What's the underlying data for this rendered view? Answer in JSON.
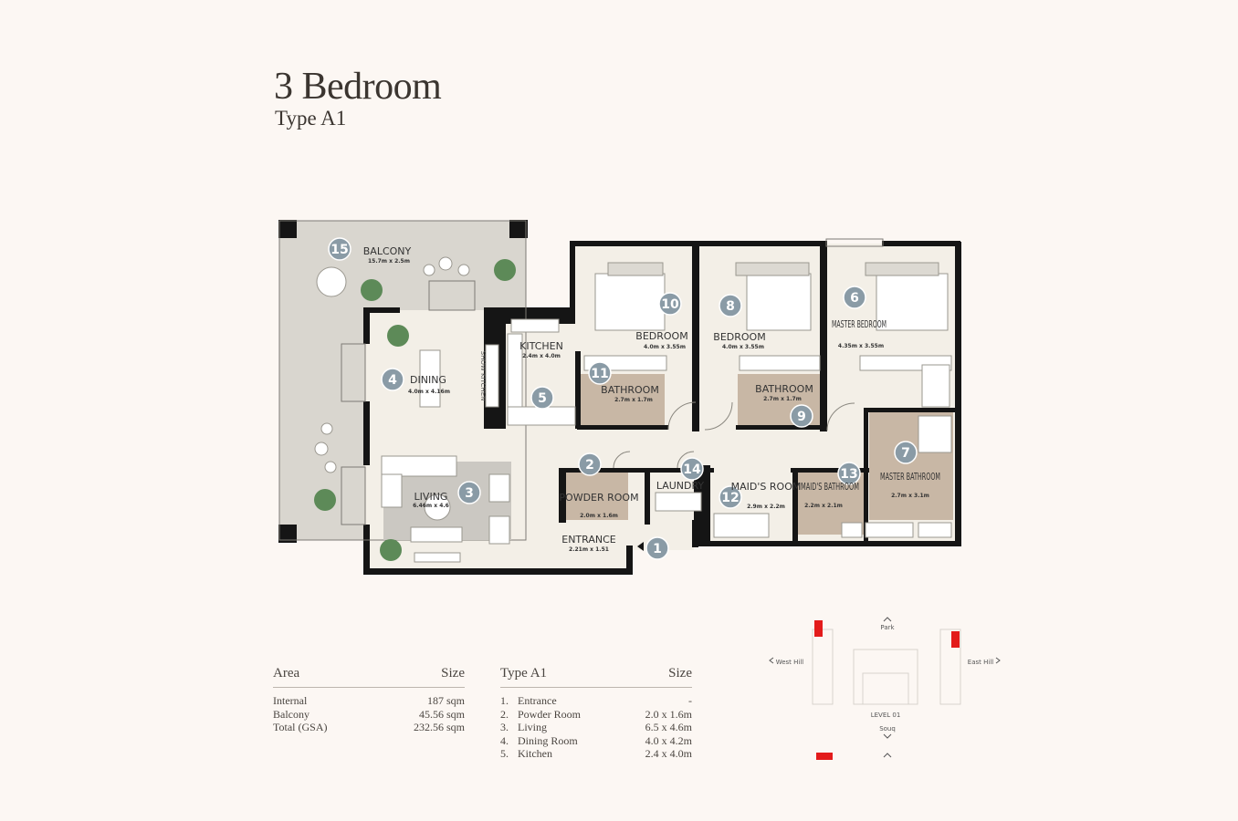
{
  "header": {
    "title": "3 Bedroom",
    "subtitle": "Type A1"
  },
  "rooms": [
    {
      "number": "15",
      "name": "BALCONY",
      "dims": "15.7m x 2.5m"
    },
    {
      "number": "4",
      "name": "DINING",
      "dims": "4.0m x 4.16m"
    },
    {
      "number": "5",
      "name": "KITCHEN",
      "dims": "2.4m x 4.0m"
    },
    {
      "number": "3",
      "name": "LIVING",
      "dims": "6.46m x 4.6"
    },
    {
      "number": "2",
      "name": "POWDER ROOM",
      "dims": "2.0m x 1.6m"
    },
    {
      "number": "1",
      "name": "ENTRANCE",
      "dims": "2.21m x 1.51"
    },
    {
      "number": "14",
      "name": "LAUNDRY",
      "dims": ""
    },
    {
      "number": "10",
      "name": "BEDROOM",
      "dims": "4.0m x 3.55m"
    },
    {
      "number": "11",
      "name": "BATHROOM",
      "dims": "2.7m x 1.7m"
    },
    {
      "number": "8",
      "name": "BEDROOM",
      "dims": "4.0m x 3.55m"
    },
    {
      "number": "9",
      "name": "BATHROOM",
      "dims": "2.7m x 1.7m"
    },
    {
      "number": "6",
      "name": "MASTER BEDROOM",
      "dims": "4.35m x 3.55m"
    },
    {
      "number": "7",
      "name": "MASTER BATHROOM",
      "dims": "2.7m x 3.1m"
    },
    {
      "number": "12",
      "name": "MAID'S ROOM",
      "dims": "2.9m x 2.2m"
    },
    {
      "number": "13",
      "name": "MAID'S BATHROOM",
      "dims": "2.2m x 2.1m"
    }
  ],
  "show_kitchen": "SHOW KITCHEN",
  "keyplan": {
    "north": "Park",
    "west": "West Hill",
    "east": "East Hill",
    "south": "Souq",
    "level": "LEVEL 01"
  },
  "area_table": {
    "col1": "Area",
    "col2": "Size",
    "rows": [
      {
        "label": "Internal",
        "value": "187 sqm"
      },
      {
        "label": "Balcony",
        "value": "45.56 sqm"
      },
      {
        "label": "Total (GSA)",
        "value": "232.56 sqm"
      }
    ]
  },
  "type_table": {
    "col1": "Type A1",
    "col2": "Size",
    "rows": [
      {
        "n": "1.",
        "label": "Entrance",
        "value": "-"
      },
      {
        "n": "2.",
        "label": "Powder Room",
        "value": "2.0 x 1.6m"
      },
      {
        "n": "3.",
        "label": "Living",
        "value": "6.5 x 4.6m"
      },
      {
        "n": "4.",
        "label": "Dining Room",
        "value": "4.0 x 4.2m"
      },
      {
        "n": "5.",
        "label": "Kitchen",
        "value": "2.4 x 4.0m"
      }
    ]
  },
  "colors": {
    "background": "#fcf7f3",
    "floor": "#f3efe7",
    "wall": "#151515",
    "balcony": "#d9d6cf",
    "wet": "#c8b7a5",
    "marker": "#8a9ba6",
    "plant": "#5d8a58",
    "keyplan_unit": "#e31b1b"
  }
}
